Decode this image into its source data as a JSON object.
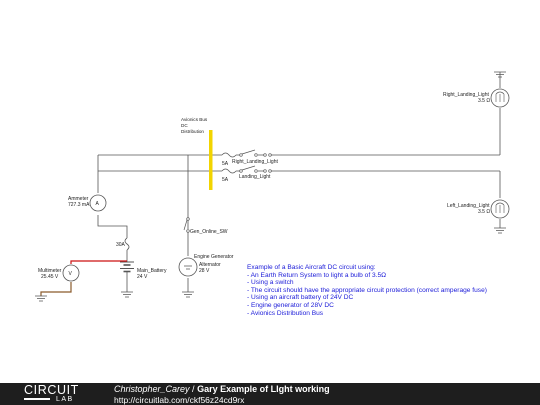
{
  "diagram": {
    "components": {
      "bus": {
        "line1": "Avionics Bus",
        "line2": "DC",
        "line3": "Distribution"
      },
      "fuse_top": {
        "label": "5A"
      },
      "switch_top": {
        "label": "Right_Landing_Light"
      },
      "fuse_mid": {
        "label": "5A"
      },
      "switch_mid": {
        "label": "Landing_Light"
      },
      "lamp_right": {
        "name": "Right_Landing_Light",
        "value": "3.5 Ω"
      },
      "lamp_left": {
        "name": "Left_Landing_Light",
        "value": "3.5 Ω"
      },
      "ammeter": {
        "name": "Ammeter",
        "value": "727.3 mA",
        "symbol": "A"
      },
      "fuse_main": {
        "label": "30A"
      },
      "switch_gen": {
        "label": "Gen_Online_SW"
      },
      "generator": {
        "title": "Engine Generator",
        "name": "Alternator",
        "value": "28 V"
      },
      "battery": {
        "name": "Main_Battery",
        "value": "24 V"
      },
      "voltmeter": {
        "name": "Multimeter",
        "value": "25.45 V",
        "symbol": "V"
      }
    },
    "colors": {
      "wire": "#555555",
      "bus": "#f2d400",
      "battery_lead": "#cc1111",
      "ground_lead": "#8a5a2b",
      "description_text": "#1a1ad8"
    }
  },
  "description": {
    "lines": [
      "Example of a Basic Aircraft DC circuit using:",
      "- An Earth Return System to light a bulb of 3.5Ω",
      "- Using a switch",
      "- The circuit should have the appropriate circuit protection (correct amperage fuse)",
      "- Using an aircraft battery of 24V DC",
      "- Engine generator of 28V DC",
      "- Avionics Distribution Bus"
    ]
  },
  "footer": {
    "logo_top": "CIRCUIT",
    "logo_bottom": "LAB",
    "author": "Christopher_Carey",
    "separator": " / ",
    "title": "Gary Example of LIght working",
    "url": "http://circuitlab.com/ckf56z24cd9rx"
  }
}
